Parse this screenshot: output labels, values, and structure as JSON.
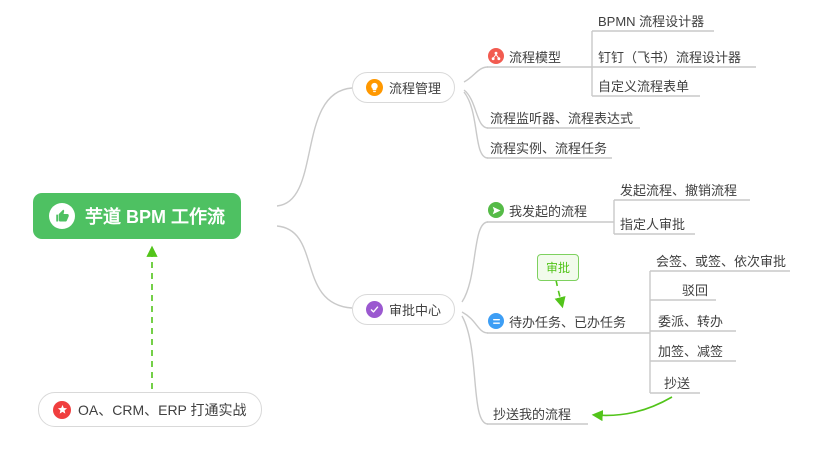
{
  "root": {
    "label": "芋道 BPM 工作流"
  },
  "nodes": {
    "process_mgmt": "流程管理",
    "process_model": "流程模型",
    "bpmn_designer": "BPMN 流程设计器",
    "dingtalk_designer": "钉钉（飞书）流程设计器",
    "custom_form": "自定义流程表单",
    "listener_expr": "流程监听器、流程表达式",
    "instance_task": "流程实例、流程任务",
    "approval_center": "审批中心",
    "my_initiated": "我发起的流程",
    "initiate_cancel": "发起流程、撤销流程",
    "assignee_approve": "指定人审批",
    "todo_done": "待办任务、已办任务",
    "countersign": "会签、或签、依次审批",
    "reject": "驳回",
    "delegate_transfer": "委派、转办",
    "addsign_subsign": "加签、减签",
    "cc": "抄送",
    "cc_my_flow": "抄送我的流程",
    "oa_practice": "OA、CRM、ERP 打通实战"
  },
  "badge": {
    "label": "审批"
  },
  "colors": {
    "root_bg": "#4ec162",
    "node_border": "#d9d9d9",
    "text_color": "#404040",
    "connector_gray": "#c9c9c9",
    "arrow_green": "#52c41a",
    "badge_bg": "#f2fbec",
    "badge_border": "#7ed15f",
    "icon_orange": "#ff9800",
    "icon_red": "#f25b50",
    "icon_green": "#55bb47",
    "icon_blue": "#3d9ef5",
    "icon_purple": "#9b59d0",
    "star_red": "#f03e3e"
  }
}
